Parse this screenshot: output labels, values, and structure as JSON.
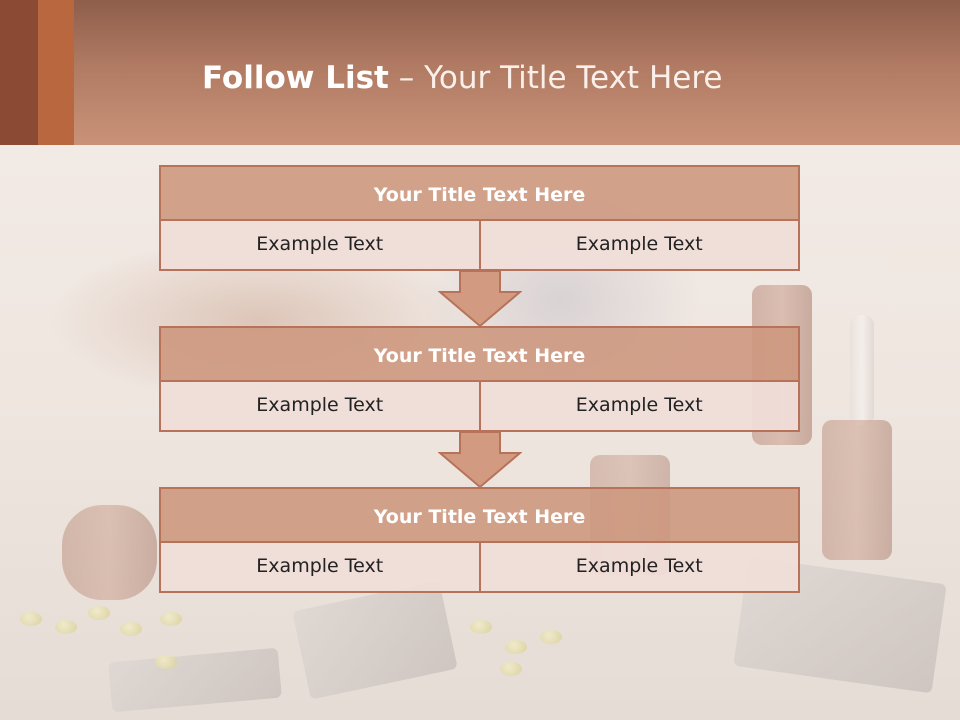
{
  "slide": {
    "title_bold": "Follow List",
    "title_rest": " – Your Title Text Here"
  },
  "steps": [
    {
      "title": "Your Title Text Here",
      "left": "Example Text",
      "right": "Example Text"
    },
    {
      "title": "Your Title Text Here",
      "left": "Example Text",
      "right": "Example Text"
    },
    {
      "title": "Your Title Text Here",
      "left": "Example Text",
      "right": "Example Text"
    }
  ],
  "colors": {
    "header": "#b07a63",
    "accent_dark": "#8a4a33",
    "accent_mid": "#b8673f",
    "box_title": "#cd967d",
    "box_cell": "#f0ded8",
    "border": "#b7735a"
  }
}
